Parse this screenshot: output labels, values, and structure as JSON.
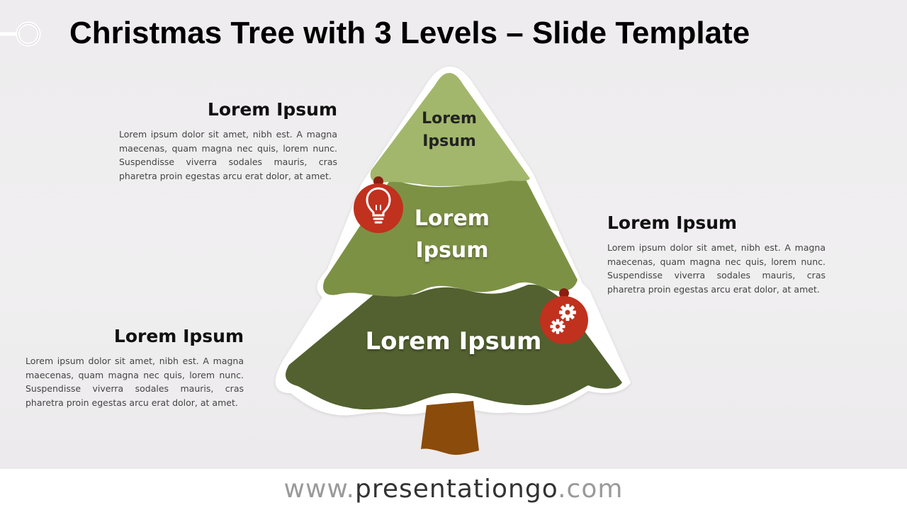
{
  "title": "Christmas Tree with 3 Levels – Slide Template",
  "tiers": {
    "top": {
      "label_line1": "Lorem",
      "label_line2": "Ipsum",
      "color": "#a2b76b"
    },
    "middle": {
      "label_line1": "Lorem",
      "label_line2": "Ipsum",
      "color": "#7d9145"
    },
    "bottom": {
      "label": "Lorem Ipsum",
      "color": "#52612f"
    },
    "trunk_color": "#8b4b0a"
  },
  "ornaments": {
    "color": "#c0311e",
    "bulb_icon": "lightbulb-icon",
    "gears_icon": "gears-icon"
  },
  "text_blocks": [
    {
      "heading": "Lorem Ipsum",
      "body": "Lorem ipsum dolor sit amet, nibh est. A magna maecenas, quam magna nec quis, lorem nunc. Suspendisse viverra sodales mauris, cras pharetra proin egestas arcu erat dolor, at amet."
    },
    {
      "heading": "Lorem Ipsum",
      "body": "Lorem ipsum dolor sit amet, nibh est. A magna maecenas, quam magna nec quis, lorem nunc. Suspendisse viverra sodales mauris, cras pharetra proin egestas arcu erat dolor, at amet."
    },
    {
      "heading": "Lorem Ipsum",
      "body": "Lorem ipsum dolor sit amet, nibh est. A magna maecenas, quam magna nec quis, lorem nunc. Suspendisse viverra sodales mauris, cras pharetra proin egestas arcu erat dolor, at amet."
    }
  ],
  "footer": {
    "prefix": "www.",
    "brand": "presentationgo",
    "suffix": ".com"
  }
}
